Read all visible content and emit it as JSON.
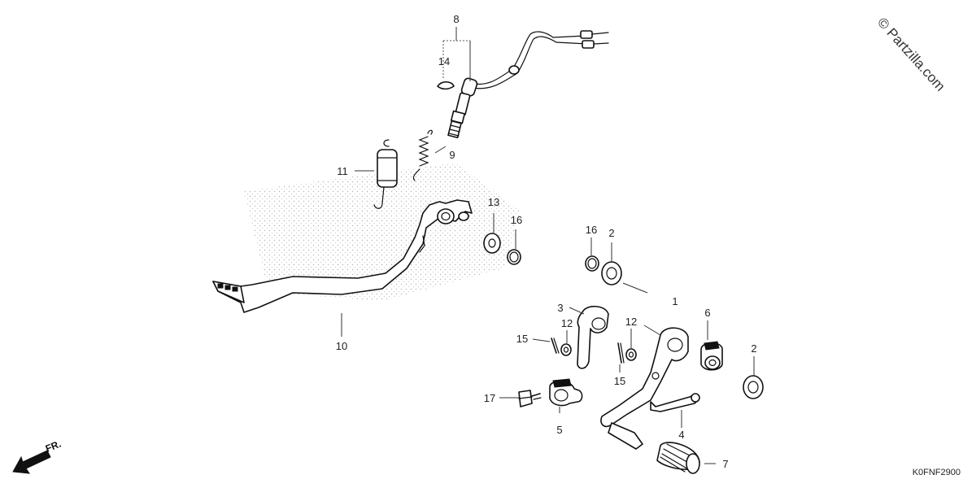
{
  "diagram": {
    "copyright": "© Partzilla.com",
    "diagram_code": "K0FNF2900",
    "direction_label": "FR.",
    "callouts": {
      "c1": "1",
      "c2a": "2",
      "c2b": "2",
      "c3": "3",
      "c4": "4",
      "c5": "5",
      "c6": "6",
      "c7": "7",
      "c8": "8",
      "c9": "9",
      "c10": "10",
      "c11": "11",
      "c12a": "12",
      "c12b": "12",
      "c13": "13",
      "c14": "14",
      "c15a": "15",
      "c15b": "15",
      "c16a": "16",
      "c16b": "16",
      "c17": "17"
    }
  }
}
